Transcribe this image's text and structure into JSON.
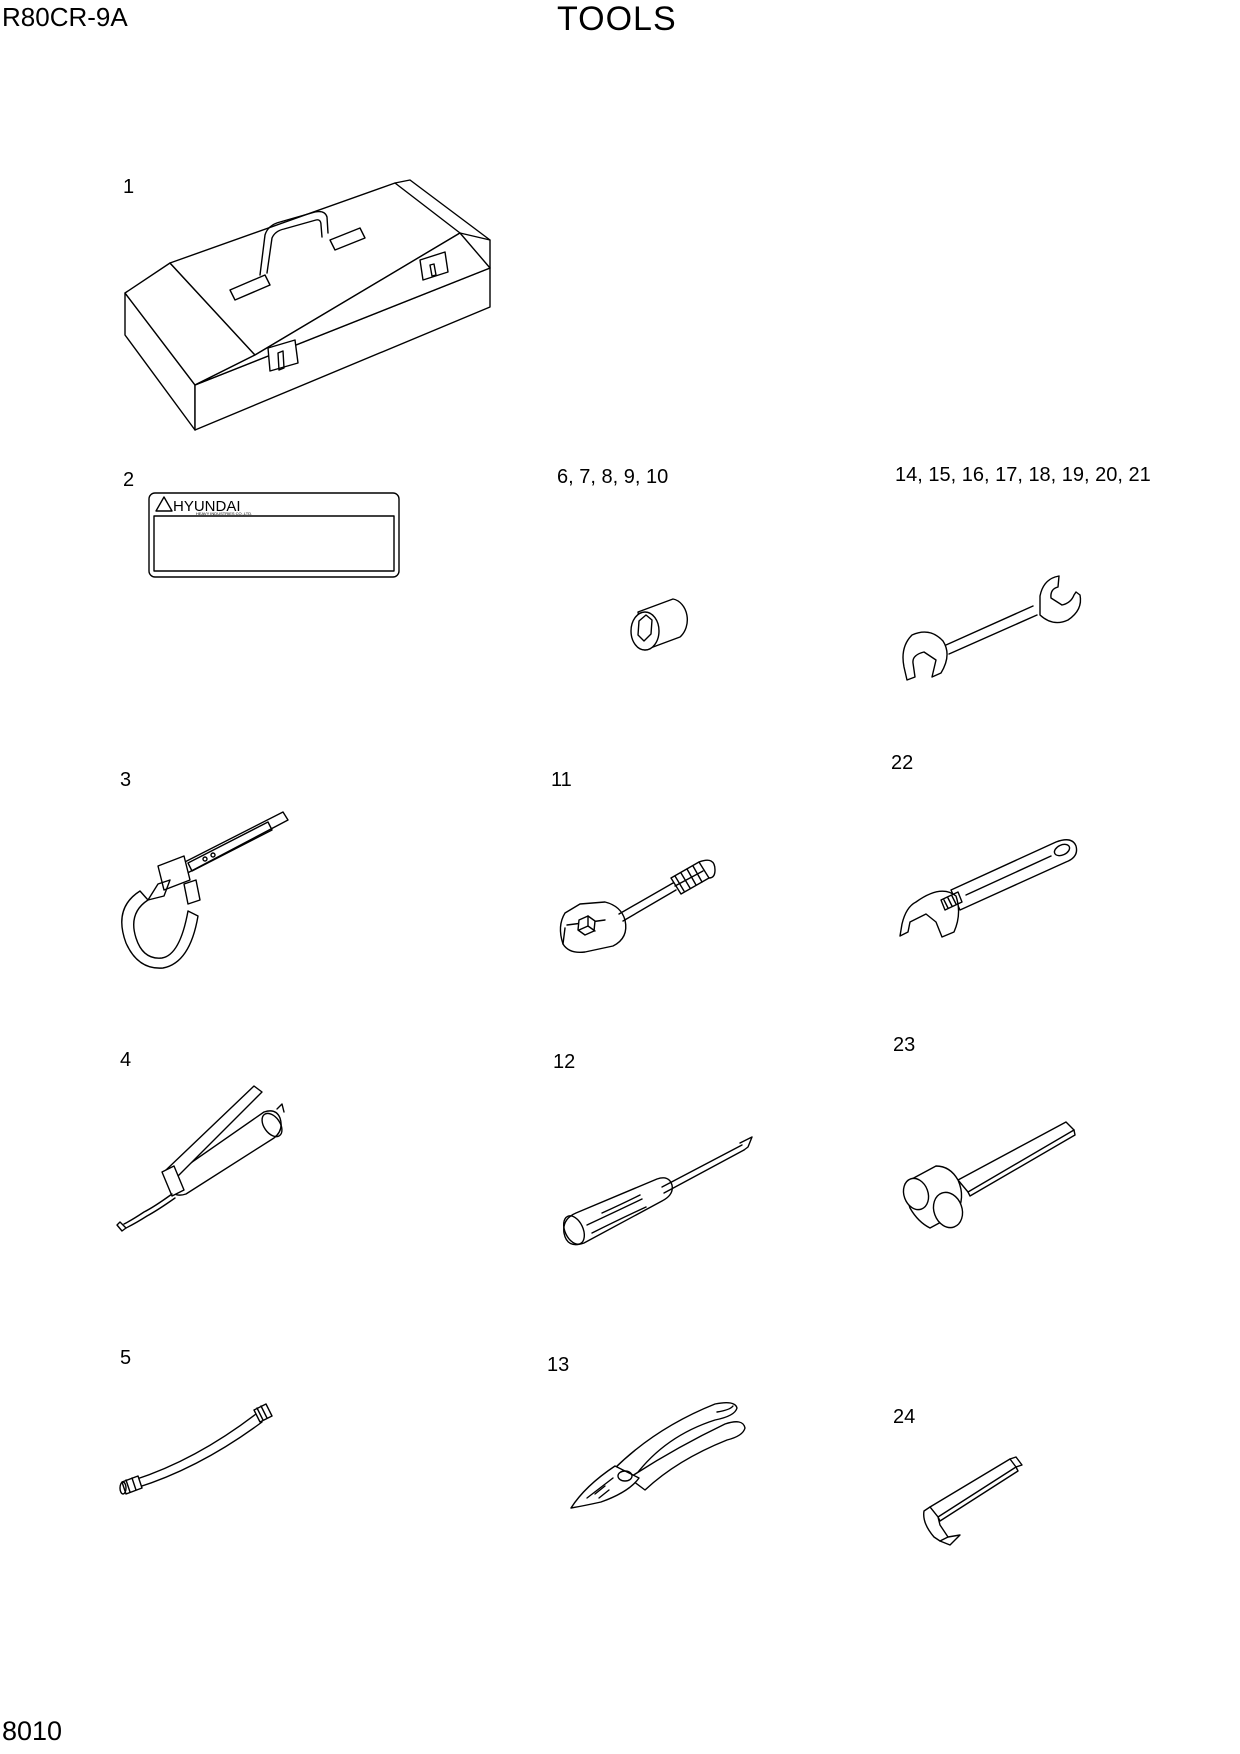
{
  "header": {
    "model": "R80CR-9A",
    "title": "TOOLS"
  },
  "footer": {
    "page_number": "8010"
  },
  "tools": [
    {
      "id": "toolbox",
      "label": "1",
      "icon": "toolbox-icon"
    },
    {
      "id": "nameplate",
      "label": "2",
      "icon": "nameplate-icon",
      "brand": "HYUNDAI",
      "brand_sub": "HEAVY INDUSTRIES CO.,LTD."
    },
    {
      "id": "filter-wrench",
      "label": "3",
      "icon": "filter-wrench-icon"
    },
    {
      "id": "grease-gun",
      "label": "4",
      "icon": "grease-gun-icon"
    },
    {
      "id": "hose",
      "label": "5",
      "icon": "hose-icon"
    },
    {
      "id": "socket",
      "label": "6, 7, 8, 9, 10",
      "icon": "socket-icon"
    },
    {
      "id": "ratchet",
      "label": "11",
      "icon": "ratchet-handle-icon"
    },
    {
      "id": "screwdriver",
      "label": "12",
      "icon": "screwdriver-icon"
    },
    {
      "id": "pliers",
      "label": "13",
      "icon": "pliers-icon"
    },
    {
      "id": "spanner",
      "label": "14, 15, 16, 17, 18, 19, 20, 21",
      "icon": "spanner-icon"
    },
    {
      "id": "adjustable-wrench",
      "label": "22",
      "icon": "adjustable-wrench-icon"
    },
    {
      "id": "hammer",
      "label": "23",
      "icon": "hammer-icon"
    },
    {
      "id": "hex-key",
      "label": "24",
      "icon": "hex-key-icon"
    }
  ]
}
